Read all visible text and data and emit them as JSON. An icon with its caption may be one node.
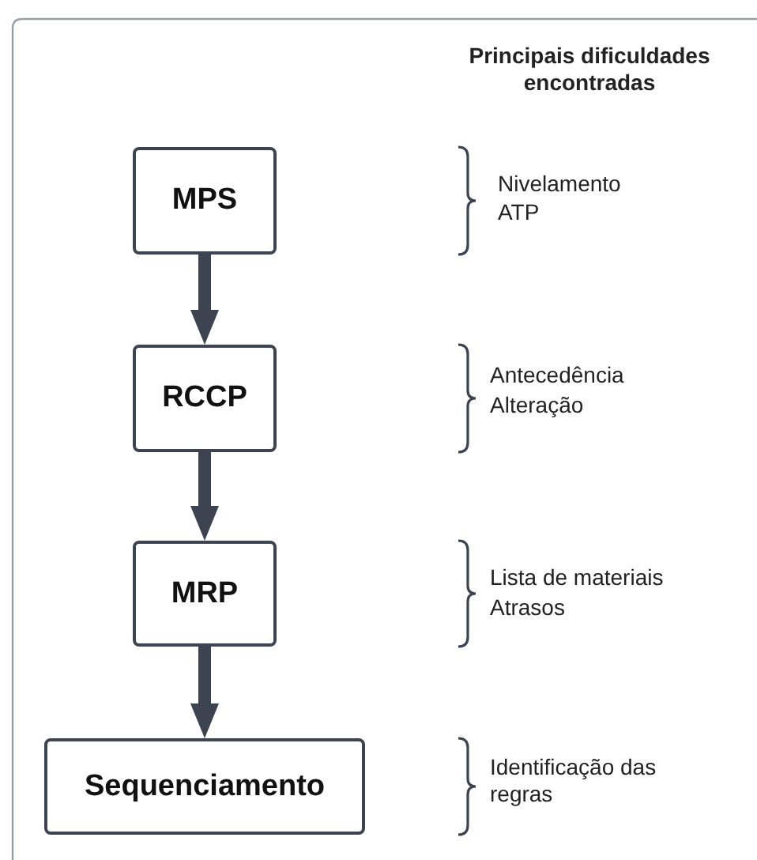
{
  "diagram": {
    "nodes": [
      {
        "text": [
          "MPS"
        ]
      },
      {
        "text": [
          "RCCP"
        ]
      },
      {
        "text": [
          "MRP"
        ]
      },
      {
        "text": [
          "Sequenciamento"
        ]
      }
    ],
    "edges": [
      {
        "from": 0,
        "to": 1,
        "arrow": "to"
      },
      {
        "from": 1,
        "to": 2,
        "arrow": "to"
      },
      {
        "from": 2,
        "to": 3,
        "arrow": "to"
      }
    ],
    "labels": [
      "Principais dificuldades encontradas",
      "Nivelamento",
      "ATP",
      "Antecedência",
      "Alteração",
      "Lista de materiais",
      "Atrasos",
      "Identificação das regras"
    ]
  }
}
